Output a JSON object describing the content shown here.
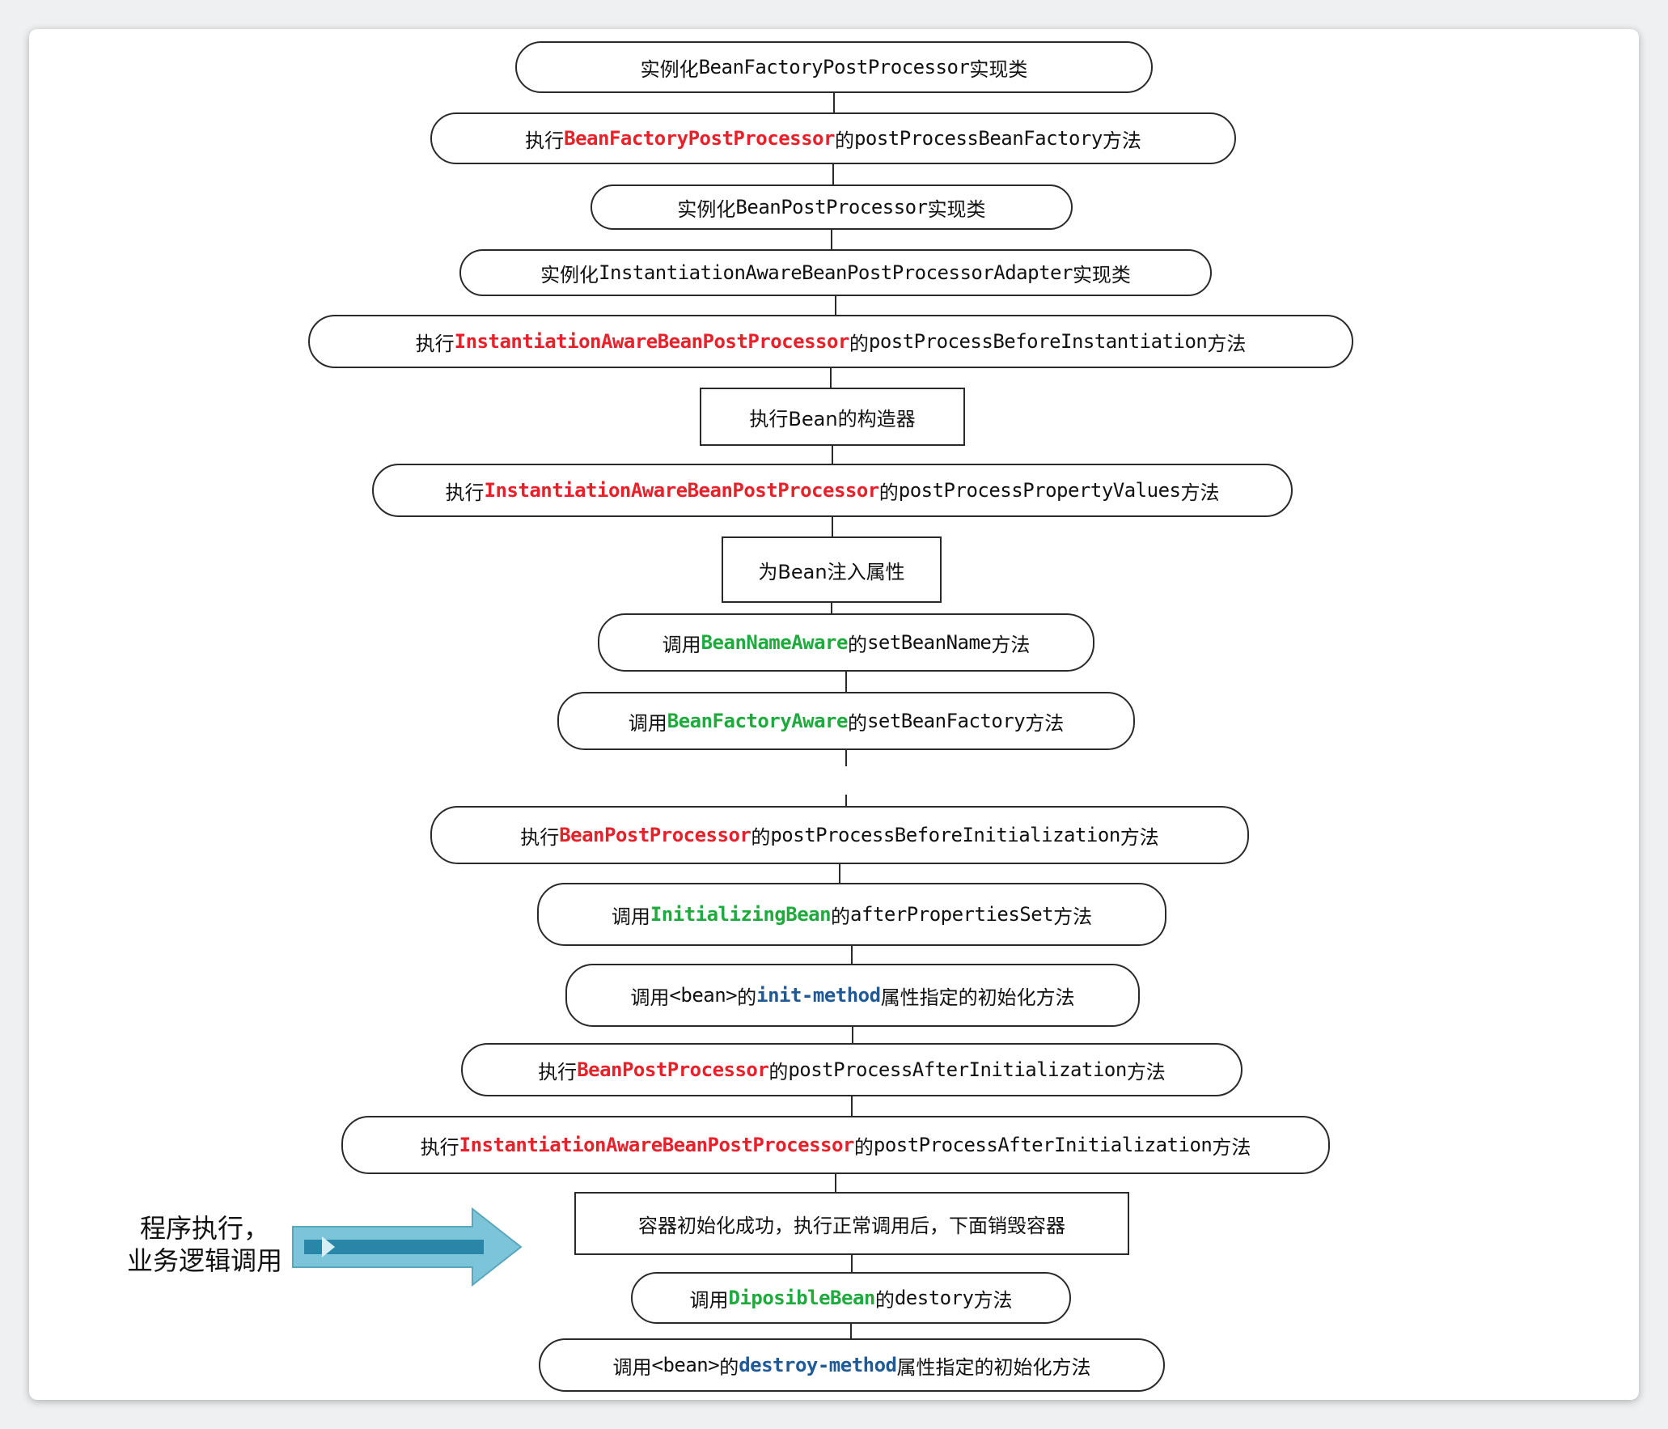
{
  "colors": {
    "red": "#e8202a",
    "green": "#1eaa3c",
    "blue": "#1f5a96",
    "arrow_fill": "#7cc4d8",
    "arrow_inner": "#2a86a8"
  },
  "steps": [
    {
      "shape": "rounded",
      "parts": [
        {
          "t": "实例化"
        },
        {
          "t": "BeanFactoryPostProcessor"
        },
        {
          "t": "实现类"
        }
      ]
    },
    {
      "shape": "rounded",
      "parts": [
        {
          "t": "执行"
        },
        {
          "t": "BeanFactoryPostProcessor",
          "c": "red"
        },
        {
          "t": "的"
        },
        {
          "t": "postProcessBeanFactory"
        },
        {
          "t": "方法"
        }
      ]
    },
    {
      "shape": "rounded",
      "parts": [
        {
          "t": "实例化"
        },
        {
          "t": "BeanPostProcessor"
        },
        {
          "t": "实现类"
        }
      ]
    },
    {
      "shape": "rounded",
      "parts": [
        {
          "t": "实例化"
        },
        {
          "t": "InstantiationAwareBeanPostProcessorAdapter"
        },
        {
          "t": "实现类"
        }
      ]
    },
    {
      "shape": "rounded",
      "parts": [
        {
          "t": "执行"
        },
        {
          "t": "InstantiationAwareBeanPostProcessor",
          "c": "red"
        },
        {
          "t": "的"
        },
        {
          "t": "postProcessBeforeInstantiation"
        },
        {
          "t": "方法"
        }
      ]
    },
    {
      "shape": "rect",
      "parts": [
        {
          "t": "执行Bean的构造器"
        }
      ]
    },
    {
      "shape": "rounded",
      "parts": [
        {
          "t": "执行"
        },
        {
          "t": "InstantiationAwareBeanPostProcessor",
          "c": "red"
        },
        {
          "t": "的"
        },
        {
          "t": "postProcessPropertyValues"
        },
        {
          "t": "方法"
        }
      ]
    },
    {
      "shape": "rect",
      "parts": [
        {
          "t": "为Bean注入属性"
        }
      ]
    },
    {
      "shape": "rounded",
      "parts": [
        {
          "t": "调用"
        },
        {
          "t": "BeanNameAware",
          "c": "green"
        },
        {
          "t": "的"
        },
        {
          "t": "setBeanName"
        },
        {
          "t": "方法"
        }
      ]
    },
    {
      "shape": "rounded",
      "parts": [
        {
          "t": "调用"
        },
        {
          "t": "BeanFactoryAware",
          "c": "green"
        },
        {
          "t": "的"
        },
        {
          "t": "setBeanFactory"
        },
        {
          "t": "方法"
        }
      ]
    },
    {
      "shape": "rounded",
      "parts": [
        {
          "t": "执行"
        },
        {
          "t": "BeanPostProcessor",
          "c": "red"
        },
        {
          "t": "的"
        },
        {
          "t": "postProcessBeforeInitialization"
        },
        {
          "t": "方法"
        }
      ]
    },
    {
      "shape": "rounded",
      "parts": [
        {
          "t": "调用"
        },
        {
          "t": "InitializingBean",
          "c": "green"
        },
        {
          "t": "的"
        },
        {
          "t": "afterPropertiesSet"
        },
        {
          "t": "方法"
        }
      ]
    },
    {
      "shape": "rounded",
      "parts": [
        {
          "t": "调用"
        },
        {
          "t": "<bean>"
        },
        {
          "t": "的"
        },
        {
          "t": "init-method",
          "c": "blue"
        },
        {
          "t": "属性指定的初始化方法"
        }
      ]
    },
    {
      "shape": "rounded",
      "parts": [
        {
          "t": "执行"
        },
        {
          "t": "BeanPostProcessor",
          "c": "red"
        },
        {
          "t": "的"
        },
        {
          "t": "postProcessAfterInitialization"
        },
        {
          "t": "方法"
        }
      ]
    },
    {
      "shape": "rounded",
      "parts": [
        {
          "t": "执行"
        },
        {
          "t": "InstantiationAwareBeanPostProcessor",
          "c": "red"
        },
        {
          "t": "的"
        },
        {
          "t": "postProcessAfterInitialization"
        },
        {
          "t": "方法"
        }
      ]
    },
    {
      "shape": "rect",
      "parts": [
        {
          "t": "容器初始化成功，执行正常调用后，下面销毁容器"
        }
      ]
    },
    {
      "shape": "rounded",
      "parts": [
        {
          "t": "调用"
        },
        {
          "t": "DiposibleBean",
          "c": "green"
        },
        {
          "t": "的"
        },
        {
          "t": "destory"
        },
        {
          "t": "方法"
        }
      ]
    },
    {
      "shape": "rounded",
      "parts": [
        {
          "t": "调用"
        },
        {
          "t": "<bean>"
        },
        {
          "t": "的"
        },
        {
          "t": "destroy-method",
          "c": "blue"
        },
        {
          "t": "属性指定的初始化方法"
        }
      ]
    }
  ],
  "note": {
    "line1": "程序执行，",
    "line2": "业务逻辑调用"
  }
}
